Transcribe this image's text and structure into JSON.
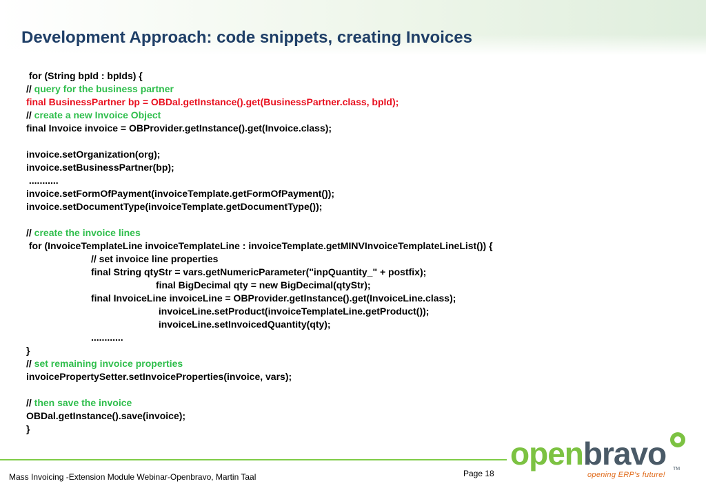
{
  "slide": {
    "title": "Development Approach: code snippets, creating Invoices"
  },
  "code": [
    {
      "t": " for (String bpId : bpIds) {"
    },
    {
      "s": "// ",
      "c": "query for the business partner"
    },
    {
      "r": "final BusinessPartner bp = OBDal.getInstance().get(BusinessPartner.class, bpId);"
    },
    {
      "s": "// ",
      "c": "create a new Invoice Object"
    },
    {
      "t": "final Invoice invoice = OBProvider.getInstance().get(Invoice.class);"
    },
    {
      "t": ""
    },
    {
      "t": "invoice.setOrganization(org);"
    },
    {
      "t": "invoice.setBusinessPartner(bp);"
    },
    {
      "t": " ..........."
    },
    {
      "t": "invoice.setFormOfPayment(invoiceTemplate.getFormOfPayment());"
    },
    {
      "t": "invoice.setDocumentType(invoiceTemplate.getDocumentType());"
    },
    {
      "t": ""
    },
    {
      "s": "// ",
      "c": "create the invoice lines"
    },
    {
      "t": " for (InvoiceTemplateLine invoiceTemplateLine : invoiceTemplate.getMINVInvoiceTemplateLineList()) {"
    },
    {
      "t": "// set invoice line properties",
      "i": 1
    },
    {
      "t": "final String qtyStr = vars.getNumericParameter(\"inpQuantity_\" + postfix);",
      "i": 1
    },
    {
      "t": "final BigDecimal qty = new BigDecimal(qtyStr);",
      "i": 2
    },
    {
      "t": "final InvoiceLine invoiceLine = OBProvider.getInstance().get(InvoiceLine.class);",
      "i": 1
    },
    {
      "t": " invoiceLine.setProduct(invoiceTemplateLine.getProduct());",
      "i": 2
    },
    {
      "t": " invoiceLine.setInvoicedQuantity(qty);",
      "i": 2
    },
    {
      "t": "............",
      "i": 1
    },
    {
      "t": "}"
    },
    {
      "s": "// ",
      "c": "set remaining invoice properties"
    },
    {
      "t": "invoicePropertySetter.setInvoiceProperties(invoice, vars);"
    },
    {
      "t": ""
    },
    {
      "s": "// ",
      "c": "then save the invoice"
    },
    {
      "t": "OBDal.getInstance().save(invoice);"
    },
    {
      "t": "}"
    }
  ],
  "footer": {
    "left_text": "Mass Invoicing -Extension Module Webinar-Openbravo, Martin Taal",
    "page_label": "Page 18"
  },
  "logo": {
    "word_open": "open",
    "word_bravo": "bravo",
    "tagline": "opening ERP's future!",
    "tm": "TM"
  },
  "colors": {
    "title": "#1f3f67",
    "comment": "#2fbe4c",
    "highlight": "#e8101f",
    "accent_green": "#7cc242",
    "footer_line": "#7fcc47"
  }
}
